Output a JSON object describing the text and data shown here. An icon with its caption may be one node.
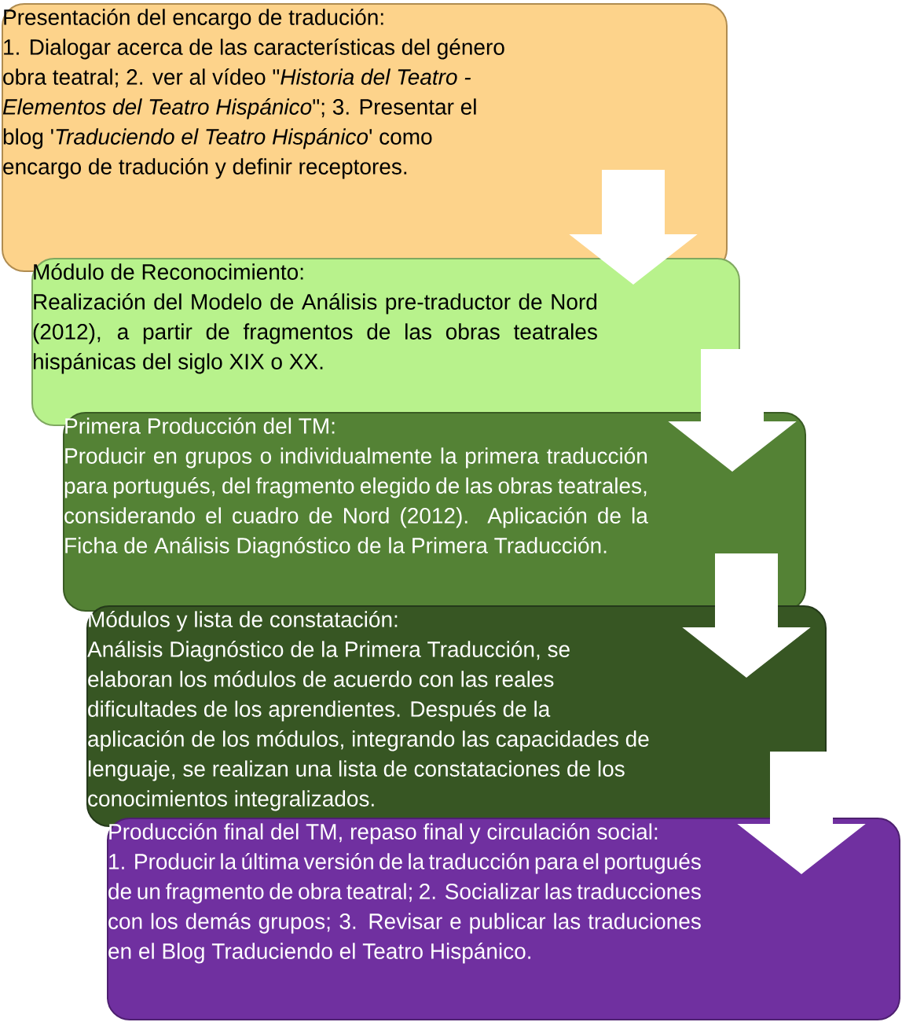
{
  "diagram": {
    "nodes": [
      {
        "text": [
          "Presentación del encargo de tradución:",
          "1. Dialogar acerca de las características del género obra teatral; 2. ver al vídeo \"*Historia del Teatro - Elementos del Teatro Hispánico*\"; 3. Presentar el blog '*Traduciendo el Teatro Hispánico*' como encargo de tradución y definir receptores."
        ]
      },
      {
        "text": [
          "Módulo de Reconocimiento:",
          "Realización del Modelo de Análisis pre-traductor de Nord (2012), a partir de fragmentos de las obras teatrales hispánicas del siglo XIX o XX."
        ]
      },
      {
        "text": [
          "Primera Producción del TM:",
          "Producir en grupos o individualmente la primera traducción para portugués, del fragmento elegido de las obras teatrales, considerando el cuadro de Nord (2012). Aplicación de la Ficha de Análisis Diagnóstico de la Primera Traducción."
        ]
      },
      {
        "text": [
          "Módulos y lista de constatación:",
          "Análisis Diagnóstico de la Primera Traducción, se elaboran los módulos de acuerdo con las reales dificultades de los aprendientes. Después de la aplicación de los módulos, integrando las capacidades de lenguaje, se realizan una lista de constataciones de los conocimientos integralizados."
        ]
      },
      {
        "text": [
          "Producción final del TM, repaso final y circulación social:",
          "1. Producir la última versión de la traducción para el portugués de un fragmento de obra teatral; 2. Socializar las traducciones con los demás grupos; 3. Revisar e publicar las traduciones en el Blog Traduciendo el Teatro Hispánico."
        ]
      }
    ],
    "edges": [
      {
        "from": 0,
        "to": 1,
        "arrow": "to"
      },
      {
        "from": 1,
        "to": 2,
        "arrow": "to"
      },
      {
        "from": 2,
        "to": 3,
        "arrow": "to"
      },
      {
        "from": 3,
        "to": 4,
        "arrow": "to"
      }
    ]
  }
}
